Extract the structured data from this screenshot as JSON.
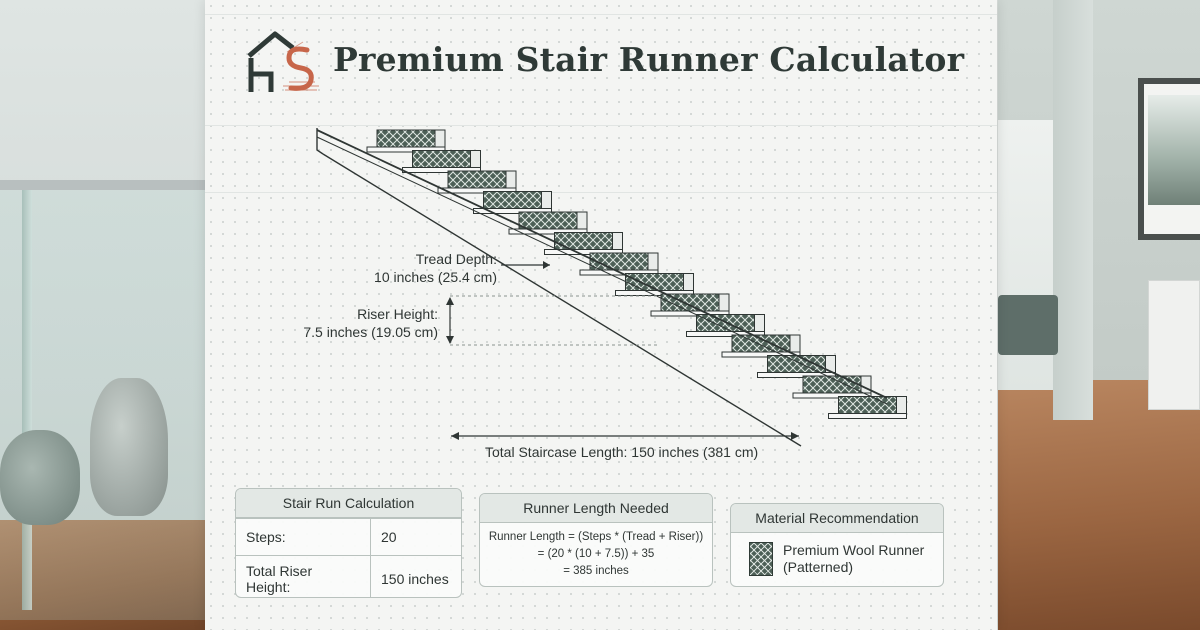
{
  "title": "Premium Stair Runner Calculator",
  "colors": {
    "accent": "#c7664a",
    "dark": "#2f3a37",
    "runner": "#4c5f56"
  },
  "diagram": {
    "tread_label_1": "Tread Depth:",
    "tread_label_2": "10 inches (25.4 cm)",
    "riser_label_1": "Riser Height:",
    "riser_label_2": "7.5 inches (19.05 cm)",
    "total_label": "Total Staircase Length: 150 inches (381 cm)"
  },
  "stair_run": {
    "heading": "Stair Run Calculation",
    "rows": [
      {
        "label": "Steps:",
        "value": "20"
      },
      {
        "label": "Total Riser Height:",
        "value": "150 inches"
      }
    ]
  },
  "runner_length": {
    "heading": "Runner Length Needed",
    "line1": "Runner Length = (Steps * (Tread + Riser))",
    "line2": "= (20 * (10 + 7.5)) + 35",
    "line3": "= 385 inches"
  },
  "material": {
    "heading": "Material Recommendation",
    "name_line1": "Premium Wool Runner",
    "name_line2": "(Patterned)",
    "swatch_icon": "patterned-runner-swatch-icon"
  }
}
